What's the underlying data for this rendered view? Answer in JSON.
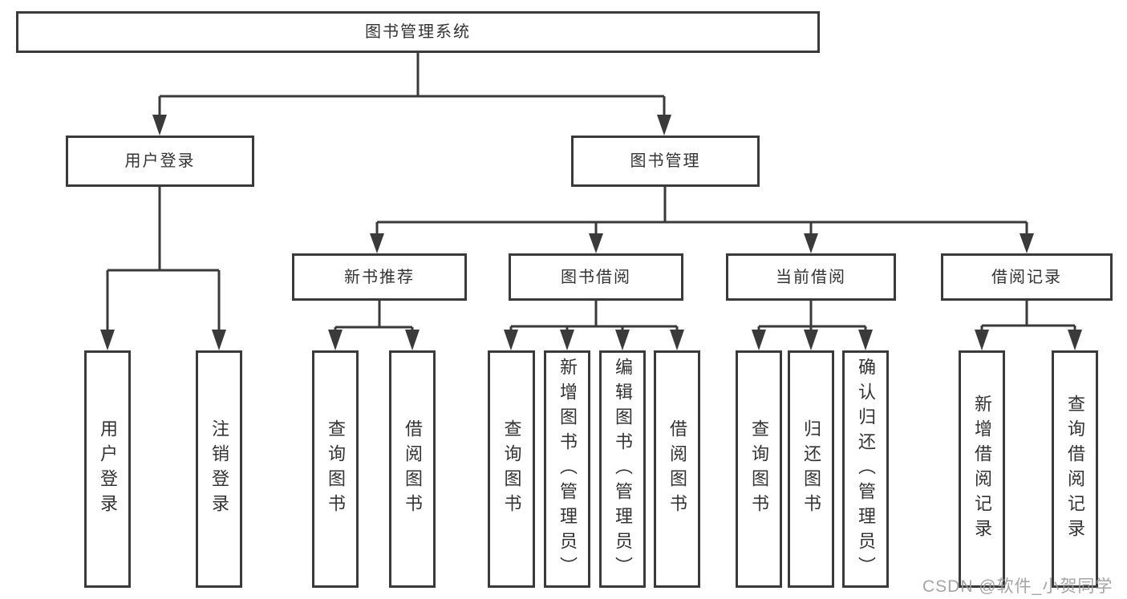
{
  "diagram": {
    "root": {
      "label": "图书管理系统"
    },
    "level2": {
      "user_login": {
        "label": "用户登录"
      },
      "book_management": {
        "label": "图书管理"
      }
    },
    "level3": {
      "new_book_recommend": {
        "label": "新书推荐"
      },
      "book_borrowing": {
        "label": "图书借阅"
      },
      "current_borrowing": {
        "label": "当前借阅"
      },
      "borrowing_records": {
        "label": "借阅记录"
      }
    },
    "leaves": {
      "user_login": {
        "label": "用户登录"
      },
      "logout": {
        "label": "注销登录"
      },
      "recommend_query_books": {
        "label": "查询图书"
      },
      "recommend_borrow_books": {
        "label": "借阅图书"
      },
      "borrow_query_books": {
        "label": "查询图书"
      },
      "borrow_add_books": {
        "label": "新增图书（管理员）"
      },
      "borrow_edit_books": {
        "label": "编辑图书（管理员）"
      },
      "borrow_borrow_books": {
        "label": "借阅图书"
      },
      "current_query_books": {
        "label": "查询图书"
      },
      "current_return_books": {
        "label": "归还图书"
      },
      "current_confirm_return": {
        "label": "确认归还（管理员）"
      },
      "records_add_record": {
        "label": "新增借阅记录"
      },
      "records_query_record": {
        "label": "查询借阅记录"
      }
    },
    "watermark": "CSDN @软件_小贺同学",
    "colors": {
      "line": "#3a3a3a",
      "text": "#333333",
      "watermark": "#9b9b9b",
      "background": "#ffffff"
    }
  }
}
